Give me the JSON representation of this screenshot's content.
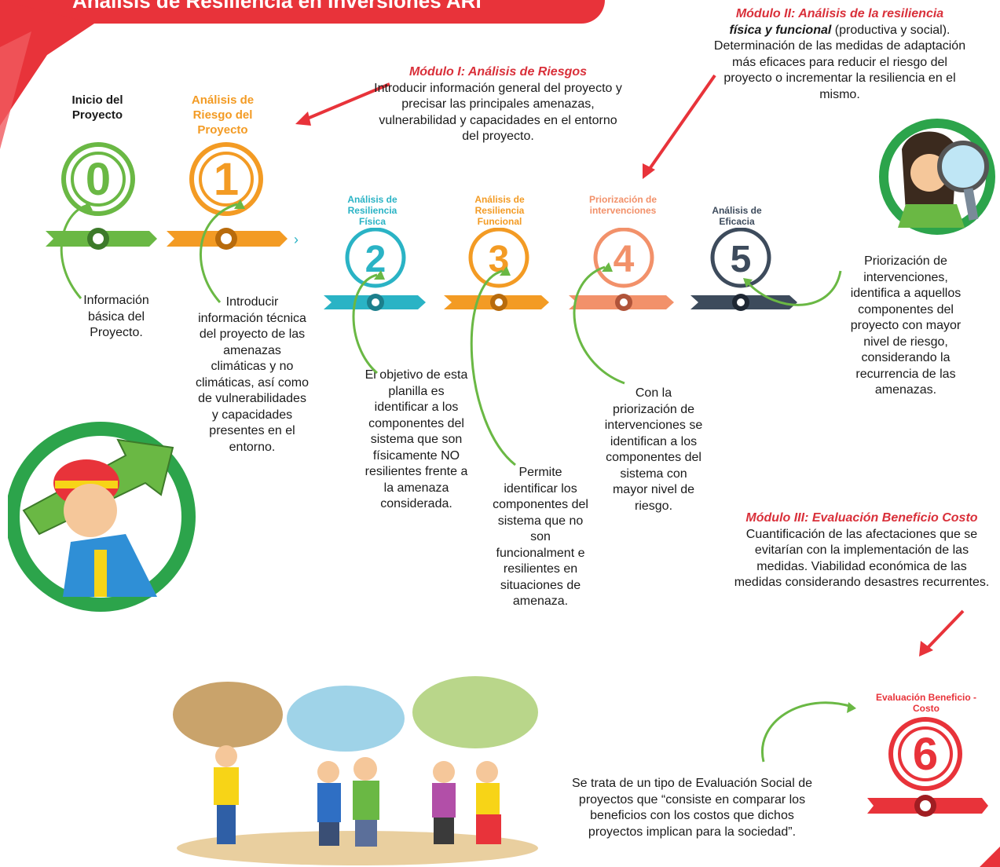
{
  "header": {
    "title": "Análisis de Resiliencia en Inversiones ARI",
    "accent_color": "#e8333a"
  },
  "stages": [
    {
      "number": "0",
      "label": "Inicio del Proyecto",
      "color": "#6ab844",
      "description": "Información básica del Proyecto."
    },
    {
      "number": "1",
      "label": "Análisis de Riesgo del Proyecto",
      "color": "#f39b24",
      "description": "Introducir información técnica del proyecto de las amenazas climáticas y no climáticas, así como de vulnerabilidades y capacidades presentes en el entorno."
    },
    {
      "number": "2",
      "label": "Análisis de Resiliencia Física",
      "color": "#2ab3c5",
      "description": "El objetivo de esta planilla es identificar a los componentes del sistema que son físicamente NO resilientes frente a la amenaza considerada."
    },
    {
      "number": "3",
      "label": "Análisis de Resiliencia Funcional",
      "color": "#f39b24",
      "description": "Permite identificar los componentes del sistema que no son funcionalment e resilientes en situaciones de amenaza."
    },
    {
      "number": "4",
      "label": "Priorización de intervenciones",
      "color": "#f2916a",
      "description": "Con la priorización de intervenciones se identifican a los componentes del sistema con mayor nivel de riesgo."
    },
    {
      "number": "5",
      "label": "Análisis de Eficacia",
      "color": "#3d4b5c",
      "description": "Priorización de intervenciones, identifica a aquellos componentes del proyecto con mayor nivel de riesgo, considerando la recurrencia de las amenazas."
    },
    {
      "number": "6",
      "label": "Evaluación Beneficio - Costo",
      "color": "#e8333a",
      "description": "Se trata de un tipo de Evaluación Social de proyectos que “consiste en comparar los beneficios con los costos que dichos proyectos implican para la sociedad”."
    }
  ],
  "modules": {
    "m1": {
      "title": "Módulo I: Análisis de Riesgos",
      "text": "Introducir información general del proyecto y precisar las principales amenazas, vulnerabilidad y capacidades en el entorno del proyecto."
    },
    "m2": {
      "title_a": "Módulo II: Análisis de la resiliencia",
      "title_b": "física y funcional",
      "title_c": " (productiva y social).",
      "text": "Determinación de las medidas de adaptación más eficaces para reducir el riesgo del proyecto o incrementar la resiliencia en el mismo."
    },
    "m3": {
      "title": "Módulo III: Evaluación Beneficio Costo",
      "text": "Cuantificación de las afectaciones que se evitarían con la implementación de las medidas. Viabilidad económica de las medidas considerando desastres recurrentes."
    }
  }
}
